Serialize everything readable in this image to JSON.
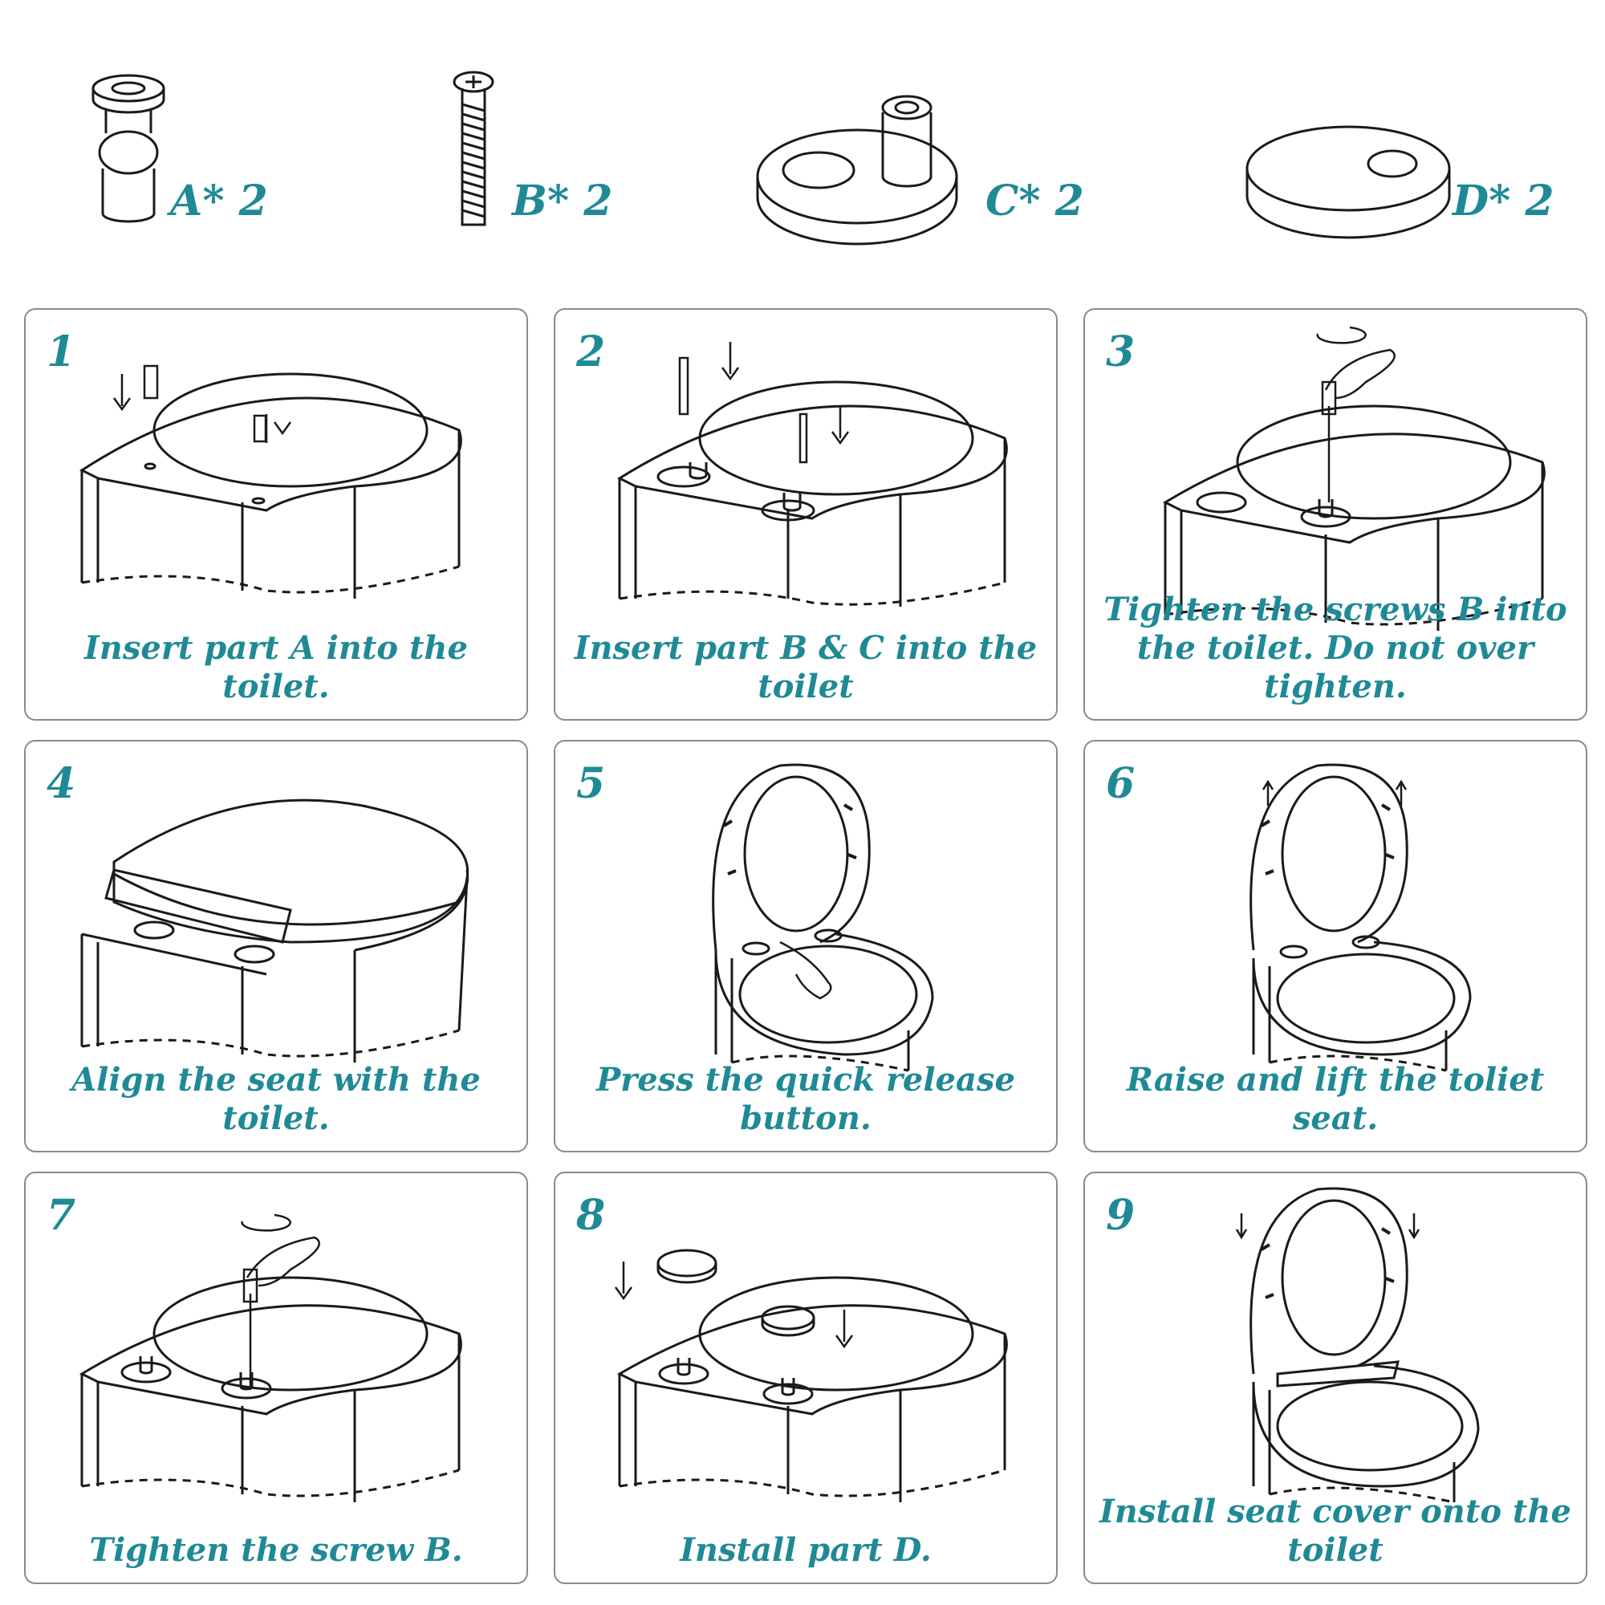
{
  "parts": [
    {
      "id": "A",
      "label": "A* 2",
      "icon": "anchor-bolt-icon"
    },
    {
      "id": "B",
      "label": "B* 2",
      "icon": "screw-icon"
    },
    {
      "id": "C",
      "label": "C* 2",
      "icon": "hinge-base-icon"
    },
    {
      "id": "D",
      "label": "D* 2",
      "icon": "cover-cap-icon"
    }
  ],
  "steps": [
    {
      "num": "1",
      "caption": "Insert part A into the toilet."
    },
    {
      "num": "2",
      "caption": "Insert part B & C into the toilet"
    },
    {
      "num": "3",
      "caption": "Tighten the screws B into the toilet. Do not over tighten."
    },
    {
      "num": "4",
      "caption": "Align the seat with the toilet."
    },
    {
      "num": "5",
      "caption": "Press the quick release button."
    },
    {
      "num": "6",
      "caption": "Raise and lift the toliet seat."
    },
    {
      "num": "7",
      "caption": "Tighten the screw B."
    },
    {
      "num": "8",
      "caption": "Install part D."
    },
    {
      "num": "9",
      "caption": "Install seat cover onto the toilet"
    }
  ],
  "colors": {
    "accent": "#1f8a96",
    "line": "#1a1a1a",
    "border": "#8a8a8a"
  }
}
